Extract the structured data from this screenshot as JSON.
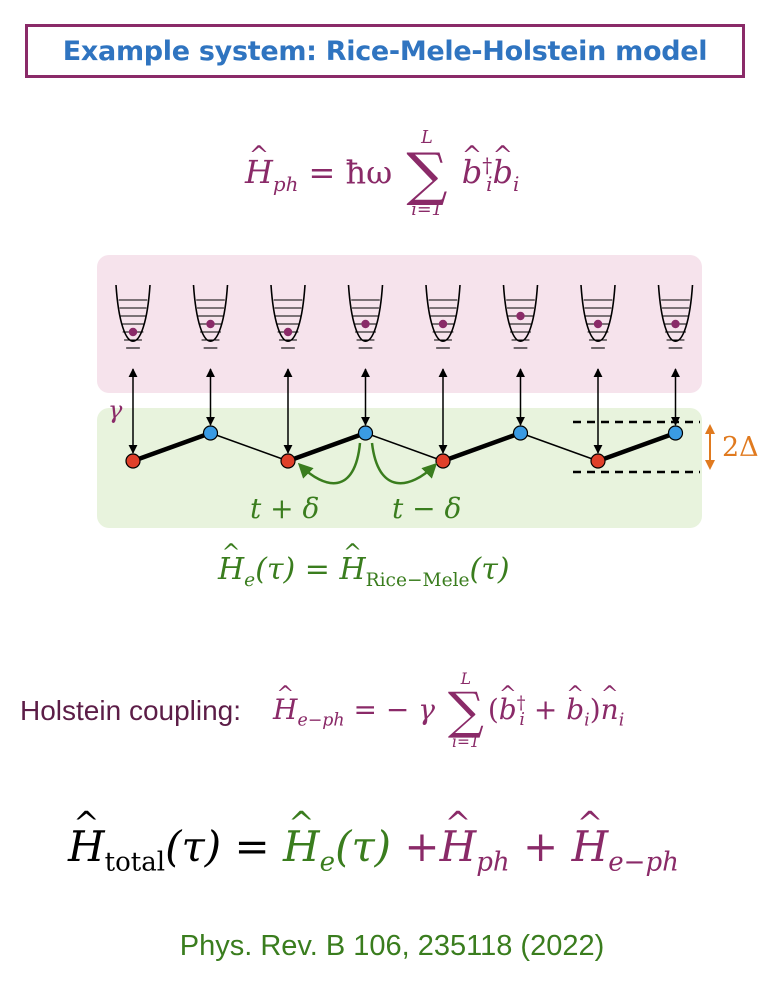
{
  "title": "Example system: Rice-Mele-Holstein model",
  "eq_phonon": {
    "lhs": "H",
    "lhs_sub": "ph",
    "op": "= ħω",
    "sum_top": "L",
    "sum_bottom": "i=1",
    "term": "b",
    "term_sup": "†",
    "term_sub": "i",
    "term2": "b",
    "term2_sub": "i"
  },
  "diagram": {
    "gamma_label": "γ",
    "hop_left_label": "t + δ",
    "hop_right_label": "t − δ",
    "gap_label": "2Δ",
    "site_count": 8,
    "phonon_levels": [
      2,
      3,
      2,
      3,
      3,
      4,
      3,
      3
    ],
    "colors": {
      "phonon_bg": "#f6e3ec",
      "electron_bg": "#e8f3dd",
      "a_site": "#e0402a",
      "b_site": "#3a9be3",
      "gap": "#e07a1f",
      "arrow": "#3a7d1e",
      "dot": "#8a2a68"
    }
  },
  "eq_electron": {
    "lhs": "H",
    "lhs_sub": "e",
    "arg": "(τ)",
    "op": "=",
    "rhs": "H",
    "rhs_sub": "Rice−Mele",
    "rhs_arg": "(τ)"
  },
  "holstein": {
    "label": "Holstein coupling:",
    "lhs": "H",
    "lhs_sub": "e−ph",
    "op": "= − γ",
    "sum_top": "L",
    "sum_bottom": "i=1",
    "open": "(",
    "b1": "b",
    "b1_sup": "†",
    "b1_sub": "i",
    "plus": " + ",
    "b2": "b",
    "b2_sub": "i",
    "close": ")",
    "n": "n",
    "n_sub": "i"
  },
  "total": {
    "lhs": "H",
    "lhs_sub": "total",
    "arg": "(τ)",
    "op": " = ",
    "t1": "H",
    "t1_sub": "e",
    "t1_arg": "(τ)",
    "plus1": " +",
    "t2": "H",
    "t2_sub": "ph",
    "plus2": " + ",
    "t3": "H",
    "t3_sub": "e−ph"
  },
  "reference": "Phys. Rev. B 106,  235118 (2022)"
}
